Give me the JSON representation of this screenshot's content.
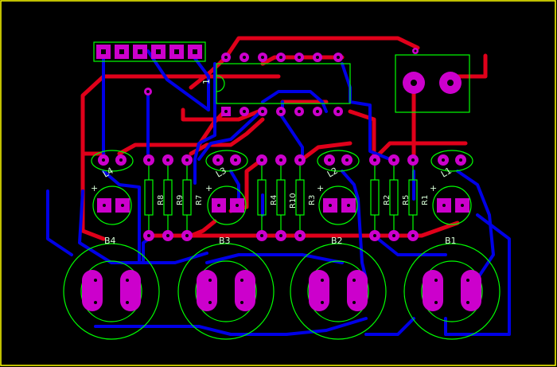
{
  "colors": {
    "background": "#000000",
    "frame": "#ffff00",
    "top_trace": "#e0001a",
    "bottom_trace": "#0000e6",
    "pad": "#cc00cc",
    "silkscreen": "#00ff00",
    "label_text": "#d9ffd9"
  },
  "labels": {
    "ic": "1",
    "leds": [
      "L4",
      "L3",
      "L2",
      "L1"
    ],
    "buzzers": [
      "B4",
      "B3",
      "B2",
      "B1"
    ],
    "resistors": [
      "R8",
      "R9",
      "R7",
      "R4",
      "R10",
      "R3",
      "R2",
      "R5",
      "R1"
    ],
    "plus_sign": "+"
  }
}
